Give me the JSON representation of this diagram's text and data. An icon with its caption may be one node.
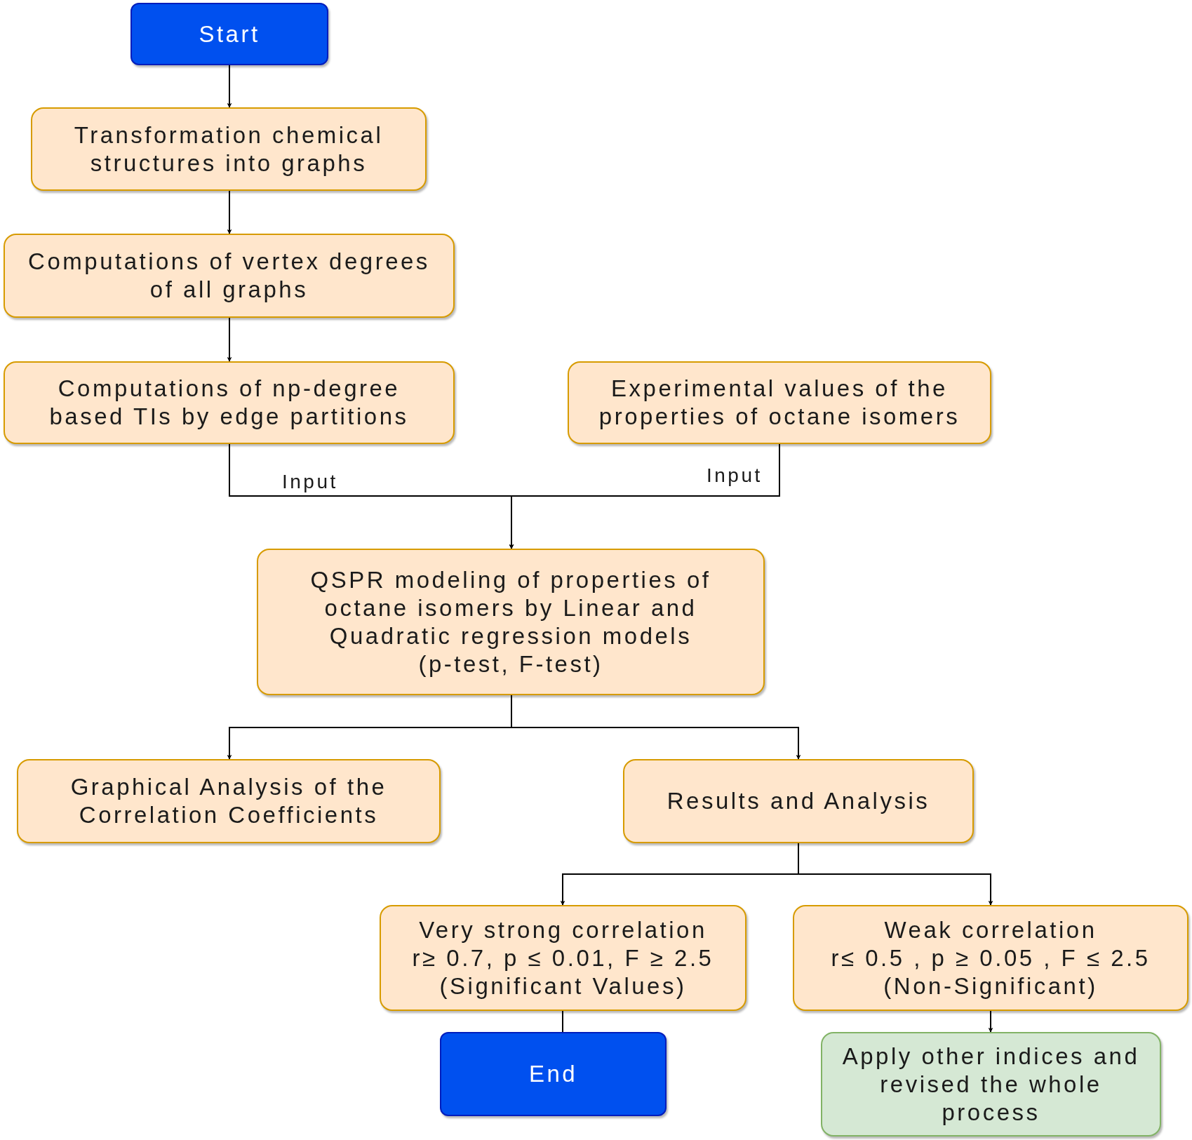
{
  "diagram": {
    "nodes": [
      {
        "text": [
          "Start"
        ]
      },
      {
        "text": [
          "Transformation chemical structures into graphs"
        ]
      },
      {
        "text": [
          "Computations of vertex degrees of all graphs"
        ]
      },
      {
        "text": [
          "Computations of np-degree based TIs by edge partitions"
        ]
      },
      {
        "text": [
          "Experimental values of the properties of octane isomers"
        ]
      },
      {
        "text": [
          "QSPR modeling of properties of octane isomers by Linear and Quadratic regression models",
          "(p-test, F-test)"
        ]
      },
      {
        "text": [
          "Graphical Analysis of the Correlation Coefficients"
        ]
      },
      {
        "text": [
          "Results and Analysis"
        ]
      },
      {
        "text": [
          "Very strong correlation",
          "r≥ 0.7, p ≤ 0.01, F ≥ 2.5",
          "(Significant Values)"
        ]
      },
      {
        "text": [
          "Weak correlation",
          "r≤ 0.5 , p ≥ 0.05 , F ≤ 2.5",
          "(Non-Significant)"
        ]
      },
      {
        "text": [
          "End"
        ]
      },
      {
        "text": [
          "Apply other indices and revised the whole process"
        ]
      }
    ],
    "edges": [
      {
        "from": 0,
        "to": 1,
        "arrow": "to"
      },
      {
        "from": 1,
        "to": 2,
        "arrow": "to"
      },
      {
        "from": 2,
        "to": 3,
        "arrow": "to"
      },
      {
        "from": 3,
        "to": 5,
        "arrow": "to",
        "label": "Input"
      },
      {
        "from": 4,
        "to": 5,
        "arrow": "to",
        "label": "Input"
      },
      {
        "from": 5,
        "to": 6,
        "arrow": "to"
      },
      {
        "from": 5,
        "to": 7,
        "arrow": "to"
      },
      {
        "from": 7,
        "to": 8,
        "arrow": "to"
      },
      {
        "from": 7,
        "to": 9,
        "arrow": "to"
      },
      {
        "from": 8,
        "to": 10,
        "arrow": "none"
      },
      {
        "from": 9,
        "to": 11,
        "arrow": "to"
      }
    ]
  }
}
